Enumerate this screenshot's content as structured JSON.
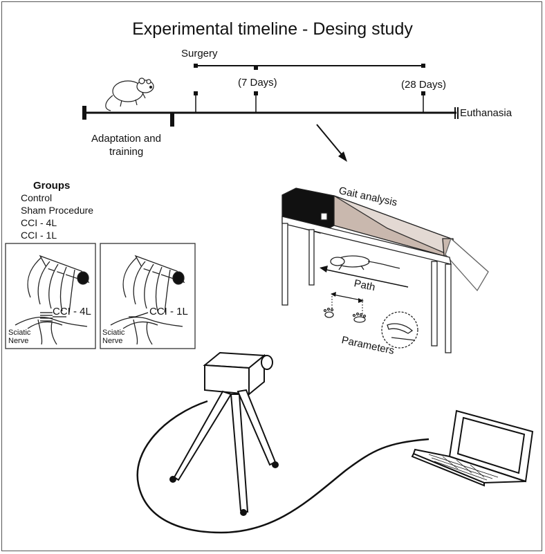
{
  "title": "Experimental timeline - Desing study",
  "timeline": {
    "surgery_label": "Surgery",
    "day7_label": "(7 Days)",
    "day28_label": "(28 Days)",
    "euthanasia_label": "Euthanasia",
    "adaptation_label_line1": "Adaptation and",
    "adaptation_label_line2": "training"
  },
  "groups": {
    "heading": "Groups",
    "items": [
      "Control",
      "Sham Procedure",
      "CCI - 4L",
      "CCI - 1L"
    ]
  },
  "panels": [
    {
      "cci_label": "CCI - 4L",
      "nerve_line1": "Sciatic",
      "nerve_line2": "Nerve"
    },
    {
      "cci_label": "CCI - 1L",
      "nerve_line1": "Sciatic",
      "nerve_line2": "Nerve"
    }
  ],
  "gait": {
    "title": "Gait analysis",
    "path_label": "Path",
    "parameters_label": "Parameters"
  }
}
